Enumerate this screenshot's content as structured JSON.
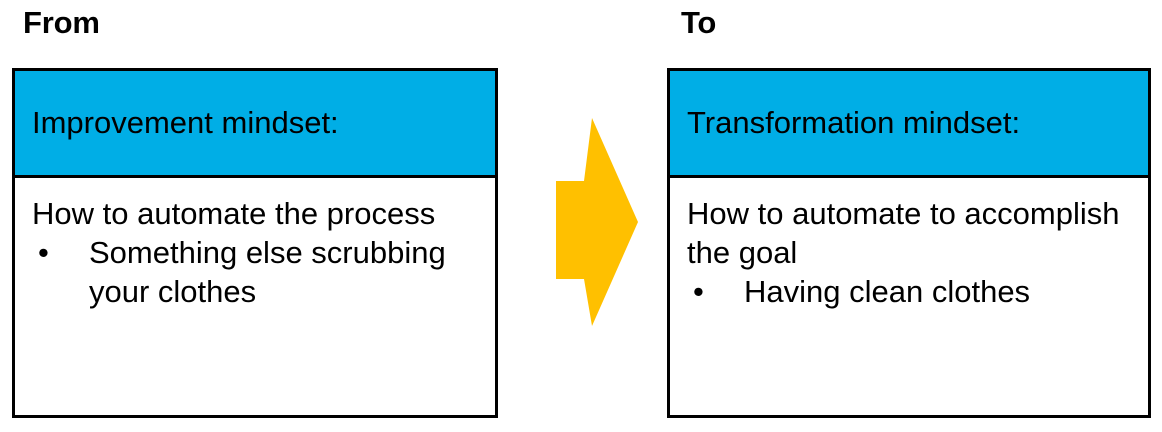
{
  "colors": {
    "header_blue": "#00AEE6",
    "arrow_gold": "#FFC000",
    "border_black": "#000000",
    "body_white": "#FFFFFF",
    "text_black": "#000000"
  },
  "columns": {
    "from_label": "From",
    "to_label": "To"
  },
  "cards": [
    {
      "side": "from",
      "header": "Improvement mindset:",
      "lead": "How to automate the process",
      "bullets": [
        {
          "glyph": "•",
          "text": "Something else scrubbing your clothes"
        }
      ]
    },
    {
      "side": "to",
      "header": "Transformation mindset:",
      "lead": "How to automate to accomplish the goal",
      "bullets": [
        {
          "glyph": "•",
          "text": "Having clean clothes"
        }
      ]
    }
  ],
  "arrow": {
    "name": "right-arrow-icon",
    "direction": "right",
    "color": "#FFC000"
  }
}
